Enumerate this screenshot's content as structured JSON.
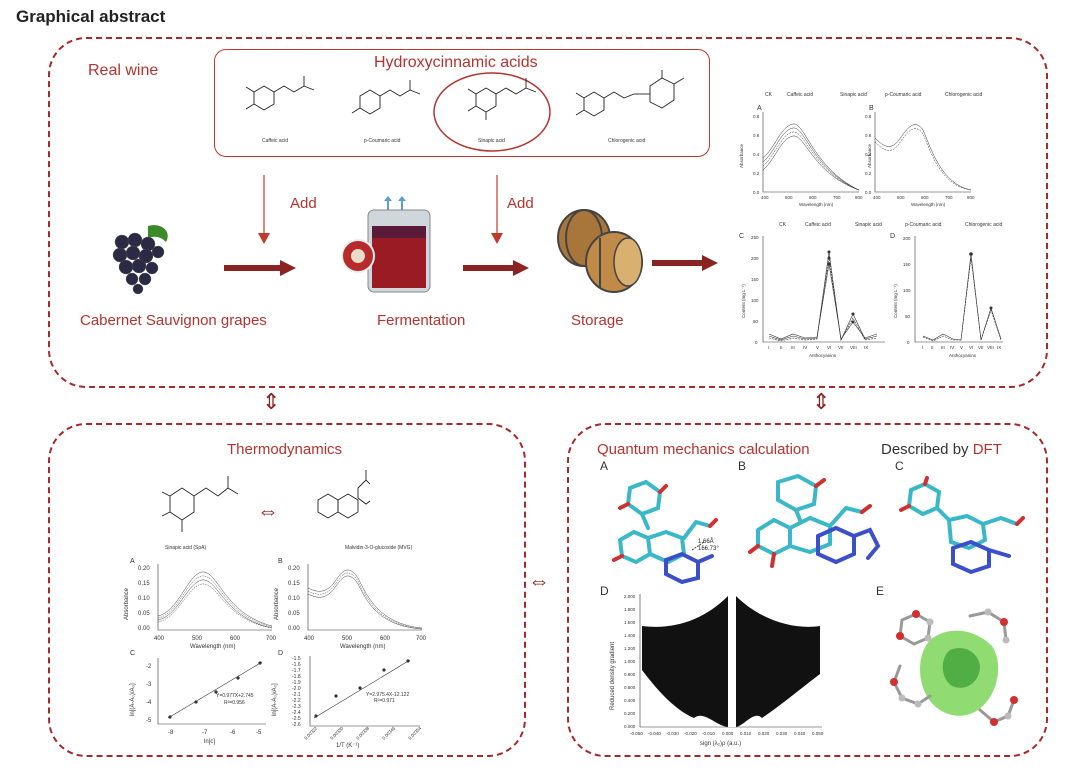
{
  "heading": "Graphical abstract",
  "top": {
    "section_label": "Real wine",
    "hca_title": "Hydroxycinnamic acids",
    "compounds": [
      "Caffeic acid",
      "p-Coumaric acid",
      "Sinapic acid",
      "Chlorogenic acid"
    ],
    "add_1": "Add",
    "add_2": "Add",
    "steps": [
      "Cabernet Sauvignon grapes",
      "Fermentation",
      "Storage"
    ],
    "spectra": {
      "legend": [
        "CK",
        "Caffeic acid",
        "Sinapic acid",
        "p-Coumaric acid",
        "Chlorogenic acid"
      ],
      "panel_a": "A",
      "panel_b": "B",
      "y_label": "Absorbance",
      "x_label": "Wavelength (nm)",
      "x_ticks": [
        "400",
        "500",
        "600",
        "700",
        "800"
      ],
      "y_ticks_a": [
        "0.0",
        "0.2",
        "0.4",
        "0.6",
        "0.8"
      ],
      "y_ticks_b": [
        "0.0",
        "0.2",
        "0.4",
        "0.6",
        "0.8"
      ]
    },
    "content": {
      "legend": [
        "CK",
        "Caffeic acid",
        "Sinapic acid",
        "p-Coumaric acid",
        "Chlorogenic acid"
      ],
      "panel_c": "C",
      "panel_d": "D",
      "y_label": "Content (mg L⁻¹)",
      "x_label": "Anthocyanins",
      "x_ticks": [
        "I",
        "II",
        "III",
        "IV",
        "V",
        "VI",
        "VII",
        "VIII",
        "IX"
      ],
      "y_ticks_c": [
        "0",
        "50",
        "100",
        "150",
        "200",
        "250"
      ],
      "y_ticks_d": [
        "0",
        "50",
        "100",
        "150",
        "200"
      ]
    }
  },
  "thermo": {
    "title": "Thermodynamics",
    "sinapic_label": "Sinapic acid (SpA)",
    "mvg_label": "Malvidin-3-O-glucoside (MVG)",
    "chart_a": {
      "label": "A",
      "y_label": "Absorbance",
      "x_label": "Wavelength (nm)",
      "x_ticks": [
        "400",
        "500",
        "600",
        "700"
      ],
      "y_ticks": [
        "0.00",
        "0.05",
        "0.10",
        "0.15",
        "0.20"
      ]
    },
    "chart_b": {
      "label": "B",
      "y_label": "Absorbance",
      "x_label": "Wavelength (nm)",
      "x_ticks": [
        "400",
        "500",
        "600",
        "700"
      ],
      "y_ticks": [
        "0.00",
        "0.05",
        "0.10",
        "0.15",
        "0.20"
      ]
    },
    "chart_c": {
      "label": "C",
      "y_label": "ln[(A-A₀)/A₀]",
      "x_label": "ln[c]",
      "x_ticks": [
        "-8",
        "-7",
        "-6",
        "-5"
      ],
      "y_ticks": [
        "-2",
        "-3",
        "-4",
        "-5"
      ],
      "eq": "Y=0.977X+2.745",
      "r2": "R²=0.956"
    },
    "chart_d": {
      "label": "D",
      "y_label": "ln[(A-A₀)/A₀]",
      "x_label": "1/T (K⁻¹)",
      "y_ticks": [
        "-1.5",
        "-1.6",
        "-1.7",
        "-1.8",
        "-1.9",
        "-2.0",
        "-2.1",
        "-2.2",
        "-2.3",
        "-2.4",
        "-2.5",
        "-2.6"
      ],
      "x_ticks": [
        "0.00322",
        "0.00330",
        "0.00338",
        "0.00346",
        "0.00354"
      ],
      "eq": "Y=2.975.4X-12.122",
      "r2": "R²=0.971"
    }
  },
  "quantum": {
    "title": "Quantum mechanics calculation",
    "described_by": "Described by",
    "dft": "DFT",
    "panel_labels": [
      "A",
      "B",
      "C",
      "D",
      "E"
    ],
    "bond_label_1": "1.66Å",
    "bond_label_2": "166.73°",
    "rdg": {
      "y_label": "Reduced density gradient",
      "x_label": "sign (λ₂)ρ (a.u.)",
      "y_ticks": [
        "2.000",
        "1.800",
        "1.600",
        "1.400",
        "1.200",
        "1.000",
        "0.800",
        "0.600",
        "0.400",
        "0.200",
        "0.000"
      ],
      "x_ticks": [
        "-0.050",
        "-0.040",
        "-0.030",
        "-0.020",
        "-0.010",
        "0.000",
        "0.010",
        "0.020",
        "0.030",
        "0.040",
        "0.050"
      ]
    }
  },
  "colors": {
    "accent": "#b5332e",
    "maroon": "#8b2323",
    "dash": "#a52a2a",
    "stick_cyan": "#3bb8c8",
    "stick_blue": "#3b4fc8",
    "stick_red": "#d03030"
  }
}
